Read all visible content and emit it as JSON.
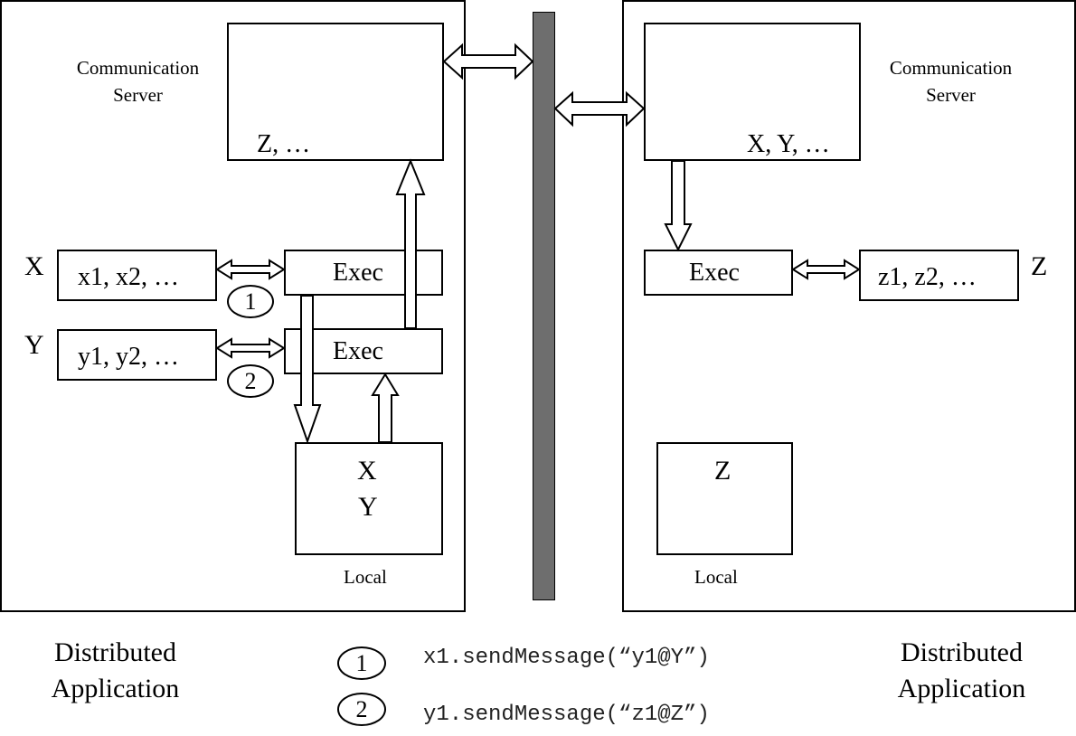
{
  "left": {
    "comm_server_label_line1": "Communication",
    "comm_server_label_line2": "Server",
    "server_contents": "Z, …",
    "var_x_name": "X",
    "var_x_values": "x1, x2, …",
    "var_y_name": "Y",
    "var_y_values": "y1, y2, …",
    "exec_top": "Exec",
    "exec_bottom": "Exec",
    "step1": "1",
    "step2": "2",
    "local_line1": "X",
    "local_line2": "Y",
    "local_label": "Local",
    "app_label_line1": "Distributed",
    "app_label_line2": "Application"
  },
  "right": {
    "comm_server_label_line1": "Communication",
    "comm_server_label_line2": "Server",
    "server_contents": "X, Y, …",
    "exec": "Exec",
    "var_z_values": "z1, z2, …",
    "var_z_name": "Z",
    "local_contents": "Z",
    "local_label": "Local",
    "app_label_line1": "Distributed",
    "app_label_line2": "Application"
  },
  "legend": [
    {
      "number": "1",
      "code": "x1.sendMessage(“y1@Y”)"
    },
    {
      "number": "2",
      "code": "y1.sendMessage(“z1@Z”)"
    }
  ],
  "colors": {
    "network_bar": "#6e6e6e",
    "line": "#000000"
  }
}
